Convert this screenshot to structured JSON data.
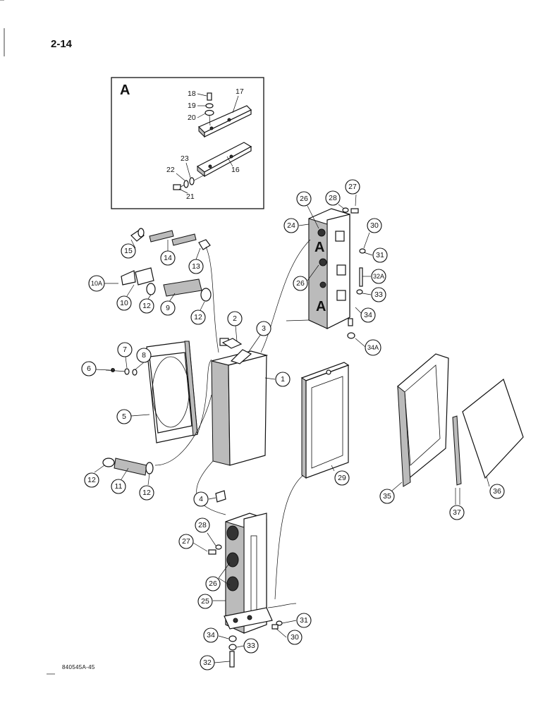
{
  "page_number": "2-14",
  "reference_code": "840545A-45",
  "detail_label": "A",
  "plate_marks": [
    "A",
    "A"
  ],
  "bubble_labels": [
    "15",
    "14",
    "13",
    "10A",
    "10",
    "12",
    "9",
    "12",
    "2",
    "3",
    "1",
    "6",
    "7",
    "8",
    "5",
    "29",
    "12",
    "11",
    "12",
    "4",
    "26",
    "24",
    "27",
    "28",
    "30",
    "31",
    "26",
    "32A",
    "33",
    "34",
    "34A",
    "35",
    "36",
    "37",
    "28",
    "27",
    "26",
    "25",
    "31",
    "30",
    "34",
    "33",
    "32"
  ],
  "plain_labels": [
    "18",
    "19",
    "20",
    "17",
    "23",
    "22",
    "16",
    "21"
  ]
}
